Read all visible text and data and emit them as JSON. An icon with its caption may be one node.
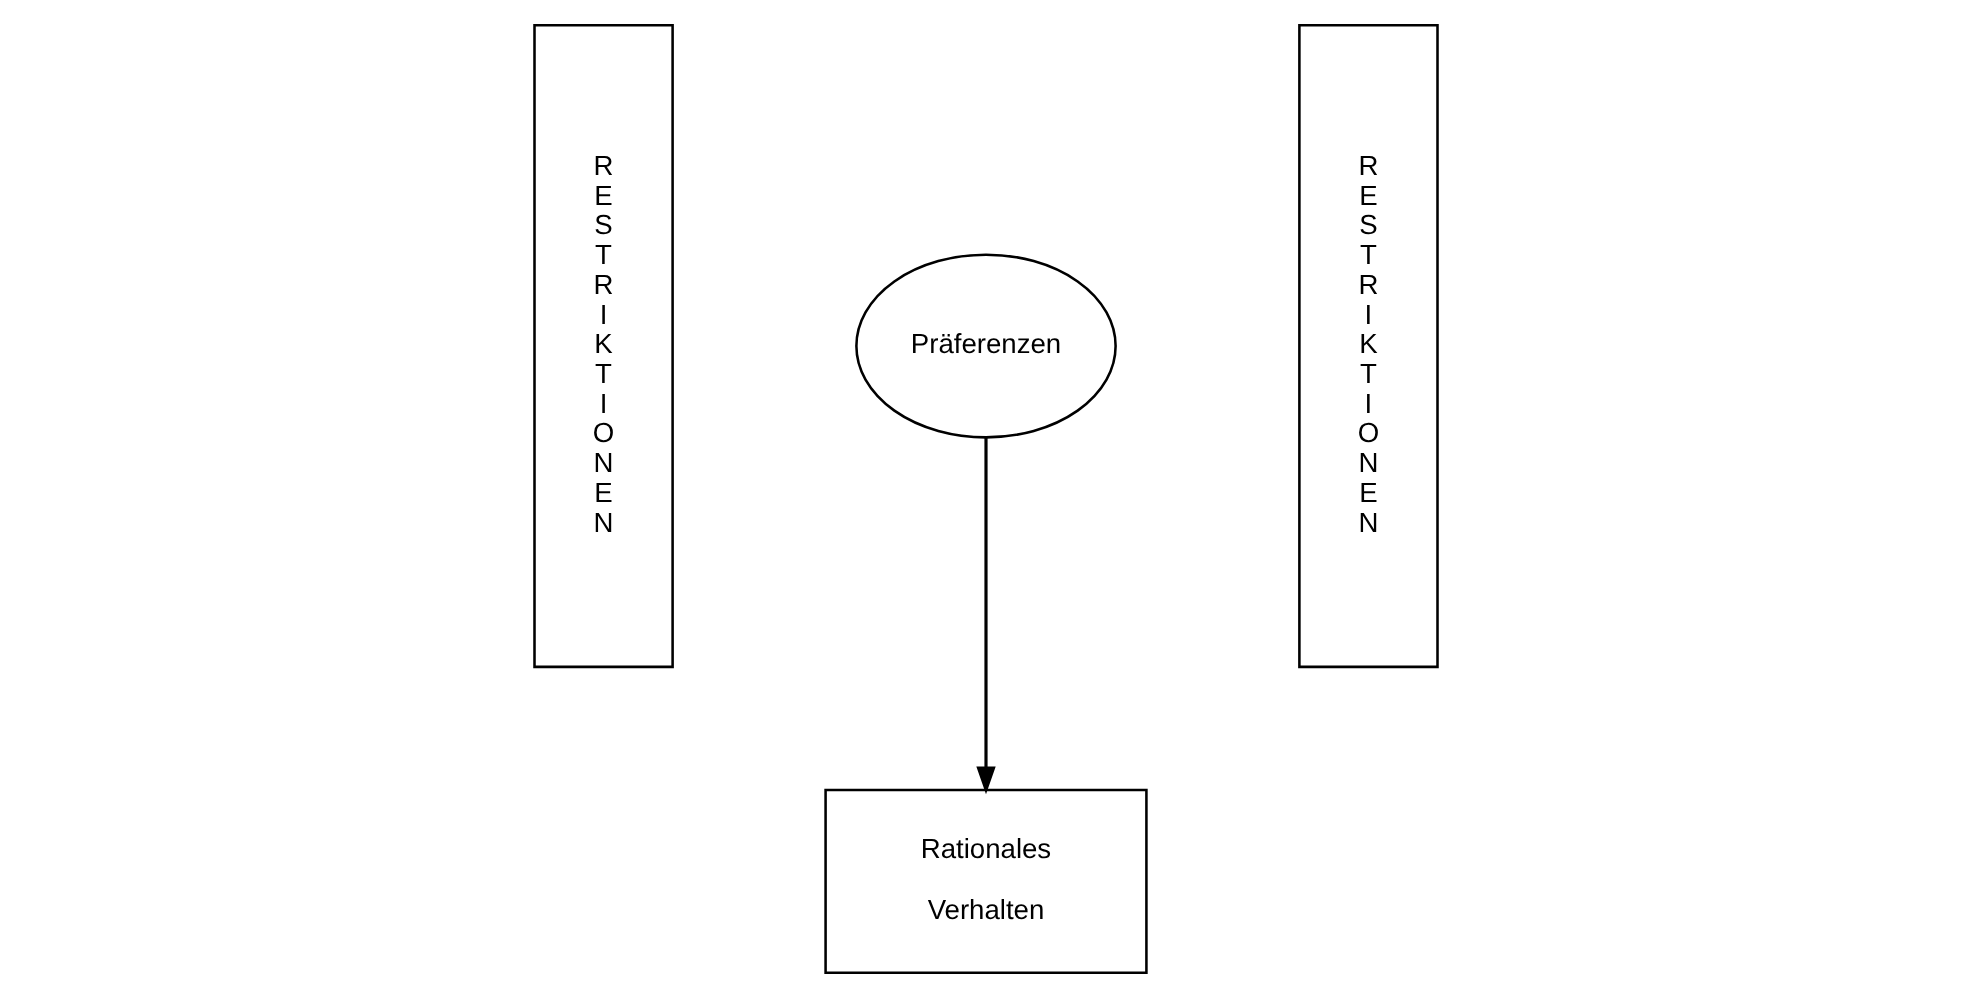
{
  "diagram": {
    "nodes": [
      {
        "text": [
          "RESTRIKTIONEN"
        ]
      },
      {
        "text": [
          "Präferenzen"
        ]
      },
      {
        "text": [
          "RESTRIKTIONEN"
        ]
      },
      {
        "text": [
          "Rationales Verhalten"
        ]
      }
    ],
    "edges": [
      {
        "from": 1,
        "to": 3,
        "arrow": "to"
      }
    ]
  }
}
